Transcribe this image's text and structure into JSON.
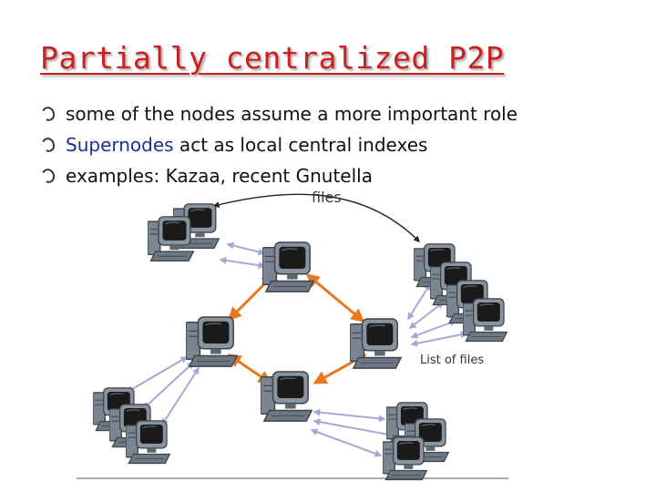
{
  "slide": {
    "title": "Partially centralized P2P",
    "bullets": [
      {
        "pre": "some of the nodes assume a more important role",
        "term": "",
        "post": ""
      },
      {
        "pre": "",
        "term": "Supernodes",
        "post": " act as local central indexes"
      },
      {
        "pre": "examples: Kazaa, recent Gnutella",
        "term": "",
        "post": ""
      }
    ]
  },
  "diagram": {
    "files_label": "files",
    "list_label": "List of files",
    "colors": {
      "supernode_link": "#e8771e",
      "peer_link": "#a9a6d6",
      "monitor_body": "#6f7a86",
      "screen": "#1a1a1a"
    }
  },
  "footer": {
    "page_marker": ""
  }
}
